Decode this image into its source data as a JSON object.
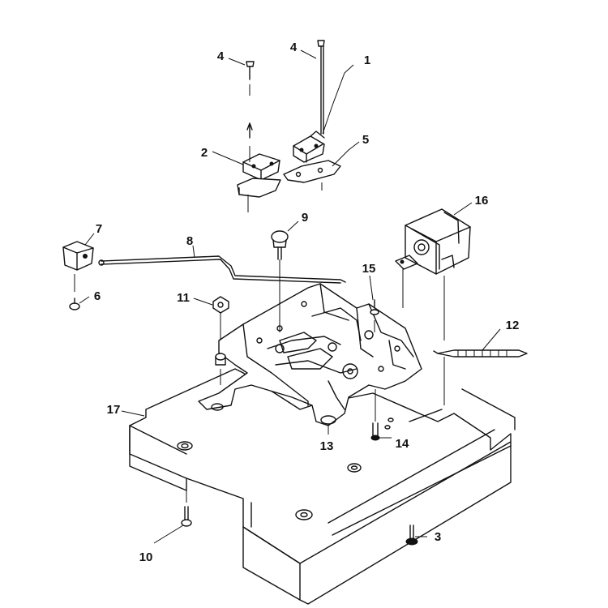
{
  "callouts": [
    "1",
    "2",
    "3",
    "4",
    "4",
    "5",
    "6",
    "7",
    "8",
    "9",
    "10",
    "11",
    "12",
    "13",
    "14",
    "15",
    "16",
    "17"
  ]
}
